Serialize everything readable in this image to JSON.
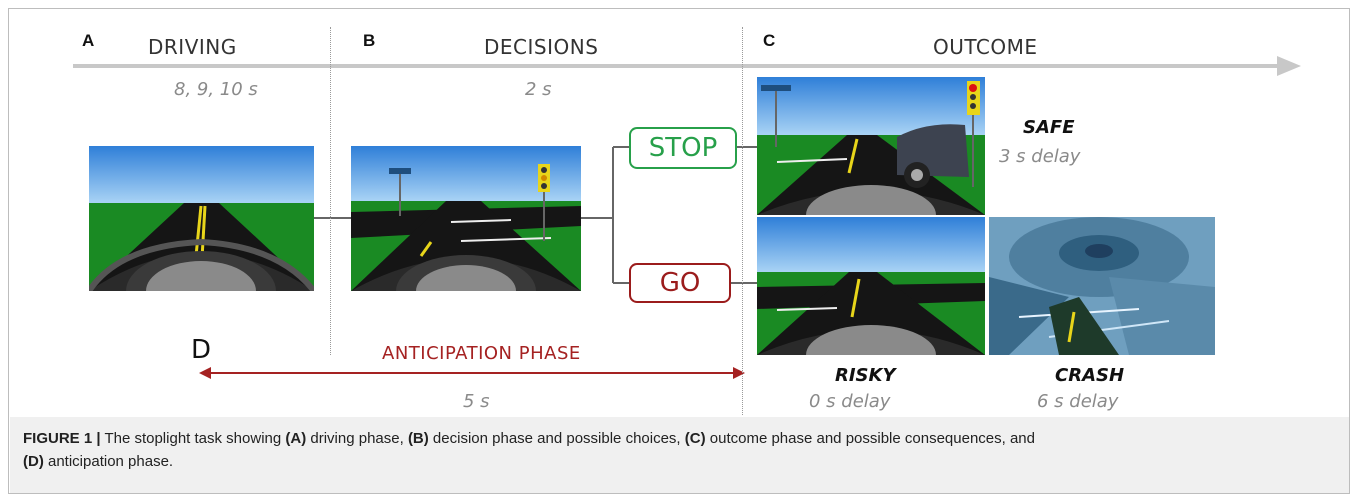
{
  "panels": {
    "a": {
      "letter": "A",
      "title": "DRIVING",
      "timing": "8, 9, 10 s"
    },
    "b": {
      "letter": "B",
      "title": "DECISIONS",
      "timing": "2 s"
    },
    "c": {
      "letter": "C",
      "title": "OUTCOME"
    }
  },
  "choices": {
    "stop": "STOP",
    "go": "GO"
  },
  "outcomes": {
    "safe": {
      "name": "SAFE",
      "delay": "3 s delay"
    },
    "risky": {
      "name": "RISKY",
      "delay": "0 s delay"
    },
    "crash": {
      "name": "CRASH",
      "delay": "6 s delay"
    }
  },
  "anticipation": {
    "letter": "D",
    "label": "ANTICIPATION PHASE",
    "duration": "5 s"
  },
  "caption": {
    "figure_label": "FIGURE 1 |",
    "text_intro": " The stoplight task showing ",
    "a_ref": "(A)",
    "a_text": " driving phase, ",
    "b_ref": "(B)",
    "b_text": " decision phase and possible choices, ",
    "c_ref": "(C)",
    "c_text": " outcome phase and possible consequences, and",
    "d_ref": "(D)",
    "d_text": " anticipation phase."
  },
  "colors": {
    "stop": "#27a04a",
    "go": "#9b1c1c",
    "anticipation": "#a52222",
    "timeline": "#c8c8c8"
  }
}
